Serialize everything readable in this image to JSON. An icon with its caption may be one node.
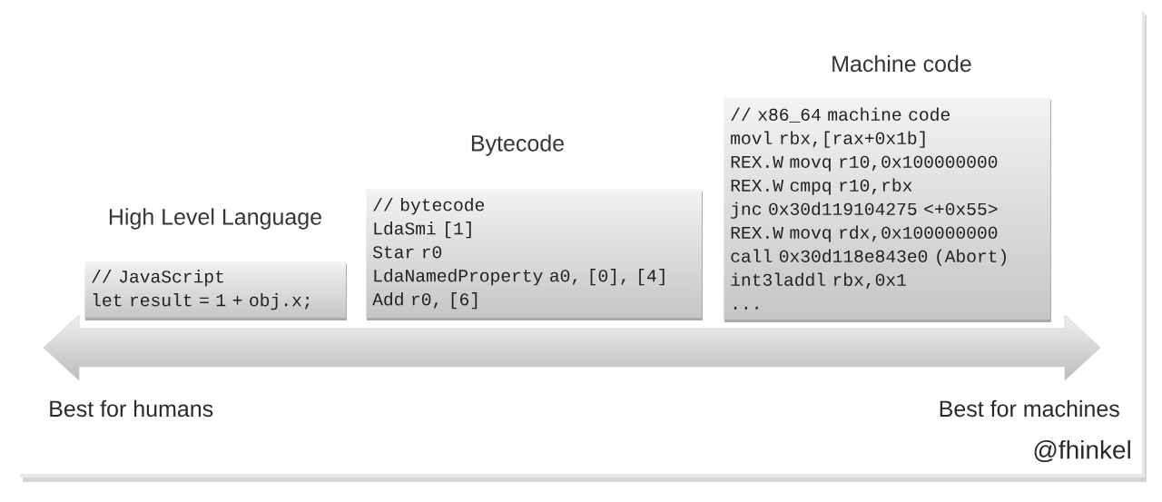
{
  "diagram": {
    "nodes": [
      {
        "text": [
          "High Level Language",
          "// JavaScript",
          "let result = 1 + obj.x;"
        ]
      },
      {
        "text": [
          "Bytecode",
          "// bytecode",
          "LdaSmi [1]",
          "Star r0",
          "LdaNamedProperty a0, [0], [4]",
          "Add r0, [6]"
        ]
      },
      {
        "text": [
          "Machine code",
          "// x86_64 machine code",
          "movl rbx,[rax+0x1b]",
          "REX.W movq r10,0x100000000",
          "REX.W cmpq r10,rbx",
          "jnc 0x30d119104275 <+0x55>",
          "REX.W movq rdx,0x100000000",
          "call 0x30d118e843e0 (Abort)",
          "int3laddl rbx,0x1",
          "..."
        ]
      }
    ],
    "labels": [
      "Best for humans",
      "Best for machines",
      "@fhinkel"
    ]
  }
}
